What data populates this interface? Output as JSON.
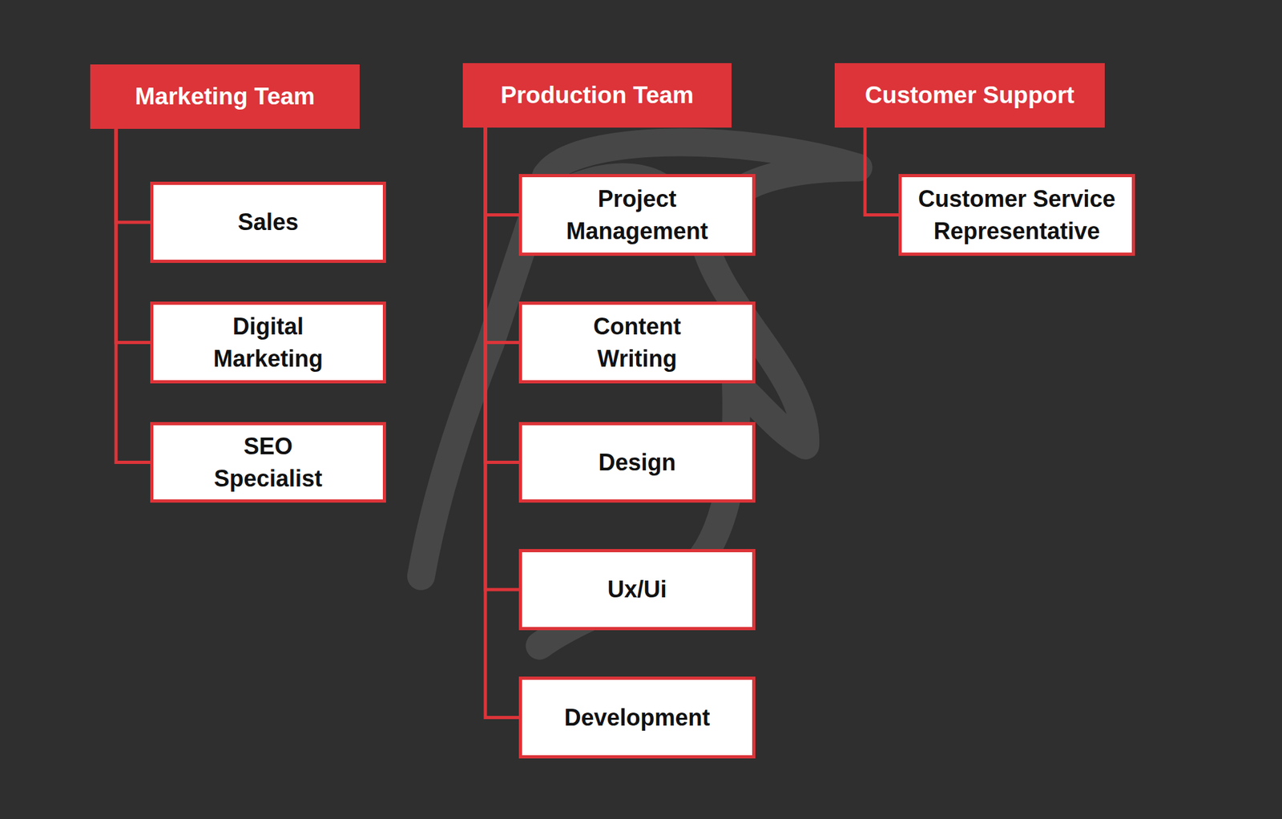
{
  "diagram": {
    "nodes": [
      {
        "text": [
          "Marketing Team"
        ]
      },
      {
        "text": [
          "Sales"
        ]
      },
      {
        "text": [
          "Digital Marketing"
        ]
      },
      {
        "text": [
          "SEO Specialist"
        ]
      },
      {
        "text": [
          "Production Team"
        ]
      },
      {
        "text": [
          "Project Management"
        ]
      },
      {
        "text": [
          "Content Writing"
        ]
      },
      {
        "text": [
          "Design"
        ]
      },
      {
        "text": [
          "Ux/Ui"
        ]
      },
      {
        "text": [
          "Development"
        ]
      },
      {
        "text": [
          "Customer Support"
        ]
      },
      {
        "text": [
          "Customer Service Representative"
        ]
      }
    ],
    "edges": [
      {
        "from": 0,
        "to": 1,
        "arrow": "none"
      },
      {
        "from": 0,
        "to": 2,
        "arrow": "none"
      },
      {
        "from": 0,
        "to": 3,
        "arrow": "none"
      },
      {
        "from": 4,
        "to": 5,
        "arrow": "none"
      },
      {
        "from": 4,
        "to": 6,
        "arrow": "none"
      },
      {
        "from": 4,
        "to": 7,
        "arrow": "none"
      },
      {
        "from": 4,
        "to": 8,
        "arrow": "none"
      },
      {
        "from": 4,
        "to": 9,
        "arrow": "none"
      },
      {
        "from": 10,
        "to": 11,
        "arrow": "none"
      }
    ]
  }
}
